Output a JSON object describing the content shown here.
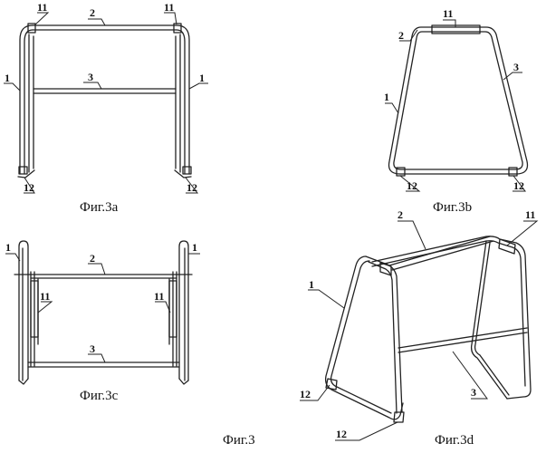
{
  "figure": {
    "caption_main": "Фиг.3",
    "panels": [
      {
        "id": "3a",
        "caption": "Фиг.3а",
        "labels": {
          "frame_left": "1",
          "frame_right": "1",
          "top_bar": "2",
          "cross_bar": "3",
          "joint_left": "11",
          "joint_right": "11",
          "foot_left": "12",
          "foot_right": "12"
        }
      },
      {
        "id": "3b",
        "caption": "Фиг.3b",
        "labels": {
          "frame_left": "1",
          "top_bar": "2",
          "cross_bar": "3",
          "joint": "11",
          "foot_left": "12",
          "foot_right": "12"
        }
      },
      {
        "id": "3c",
        "caption": "Фиг.3c",
        "labels": {
          "frame_left": "1",
          "frame_right": "1",
          "top_bar": "2",
          "cross_bar": "3",
          "joint_left": "11",
          "joint_right": "11"
        }
      },
      {
        "id": "3d",
        "caption": "Фиг.3d",
        "labels": {
          "frame": "1",
          "top_bar": "2",
          "cross_bar": "3",
          "joint": "11",
          "foot_upper": "12",
          "foot_lower": "12"
        }
      }
    ]
  }
}
